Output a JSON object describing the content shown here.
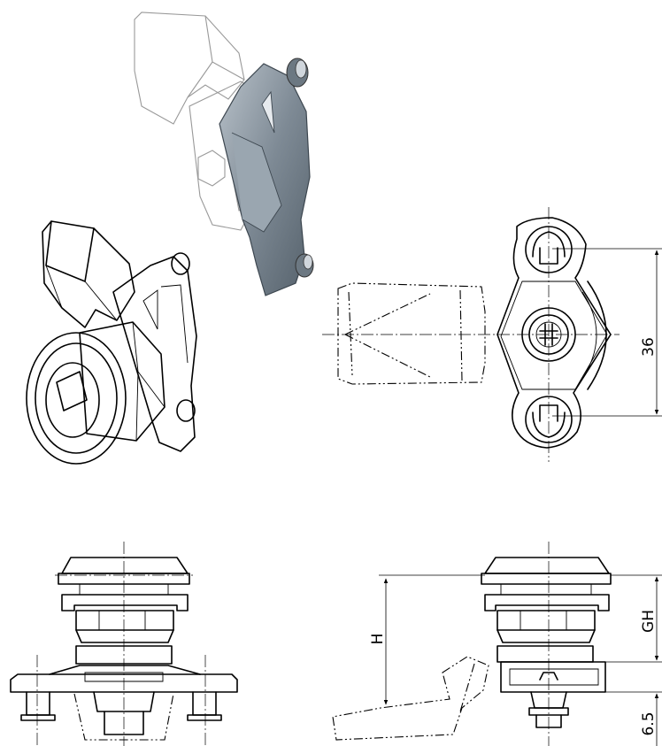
{
  "dimensions": {
    "width_36": "36",
    "h": "H",
    "gh": "GH",
    "six_five": "6.5"
  }
}
